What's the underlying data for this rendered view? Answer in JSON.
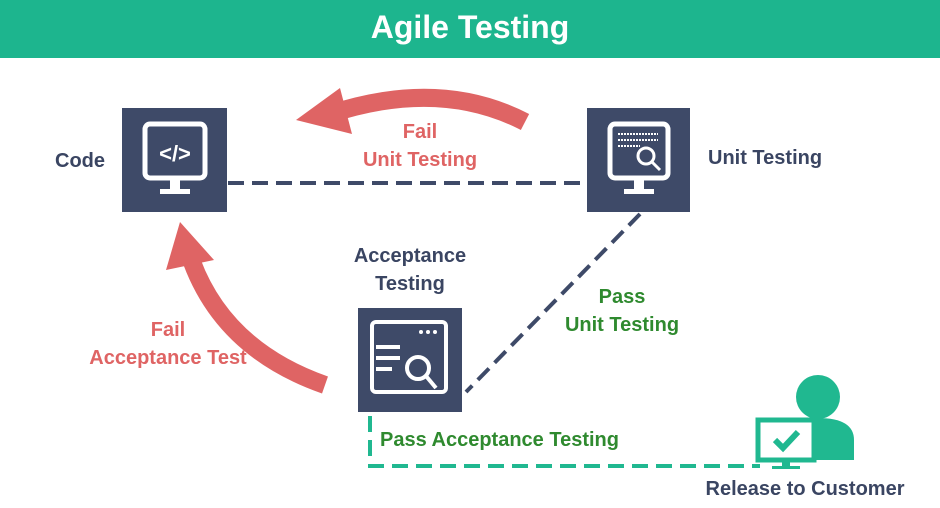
{
  "title": "Agile Testing",
  "nodes": {
    "code": "Code",
    "unit": "Unit Testing",
    "acceptance_line1": "Acceptance",
    "acceptance_line2": "Testing",
    "release": "Release to Customer"
  },
  "edges": {
    "fail_unit_line1": "Fail",
    "fail_unit_line2": "Unit Testing",
    "fail_acc_line1": "Fail",
    "fail_acc_line2": "Acceptance Test",
    "pass_unit_line1": "Pass",
    "pass_unit_line2": "Unit Testing",
    "pass_acc": "Pass Acceptance Testing"
  },
  "icons": {
    "code": "code-monitor-icon",
    "unit": "monitor-search-icon",
    "acceptance": "window-search-icon",
    "release": "customer-check-icon"
  },
  "colors": {
    "header": "#1db58e",
    "box": "#3e4a68",
    "fail": "#df6464",
    "pass": "#2f8a2f",
    "text": "#3a4562",
    "teal": "#20b890"
  }
}
